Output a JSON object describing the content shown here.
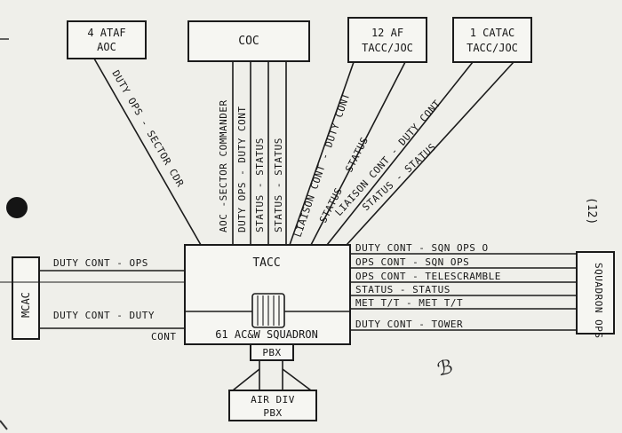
{
  "nodes": {
    "ataf_line1": "4 ATAF",
    "ataf_line2": "AOC",
    "coc": "COC",
    "af12_line1": "12 AF",
    "af12_line2": "TACC/JOC",
    "catac_line1": "1 CATAC",
    "catac_line2": "TACC/JOC",
    "tacc": "TACC",
    "squadron": "61 AC&W SQUADRON",
    "pbx": "PBX",
    "air_div_line1": "AIR DIV",
    "air_div_line2": "PBX",
    "mcac": "MCAC",
    "squadron_ops": "SQUADRON OPS"
  },
  "links": {
    "ataf": "DUTY OPS - SECTOR CDR",
    "coc_1": "AOC -SECTOR COMMANDER",
    "coc_2": "DUTY OPS - DUTY CONT",
    "coc_3": "STATUS - STATUS",
    "coc_4": "STATUS - STATUS",
    "af12_1": "LIAISON CONT - DUTY CONT",
    "af12_2": "STATUS - STATUS",
    "catac_1": "LIAISON CONT - DUTY CONT",
    "catac_2": "STATUS - STATUS",
    "mcac_1": "DUTY CONT - OPS",
    "mcac_2": "DUTY CONT - DUTY",
    "mcac_2b": "CONT",
    "sqn_1": "DUTY CONT - SQN OPS O",
    "sqn_2": "OPS CONT - SQN OPS",
    "sqn_3": "OPS CONT - TELESCRAMBLE",
    "sqn_4": "STATUS - STATUS",
    "sqn_5": "MET T/T - MET T/T",
    "sqn_6": "DUTY CONT - TOWER"
  },
  "page_number": "(12)"
}
